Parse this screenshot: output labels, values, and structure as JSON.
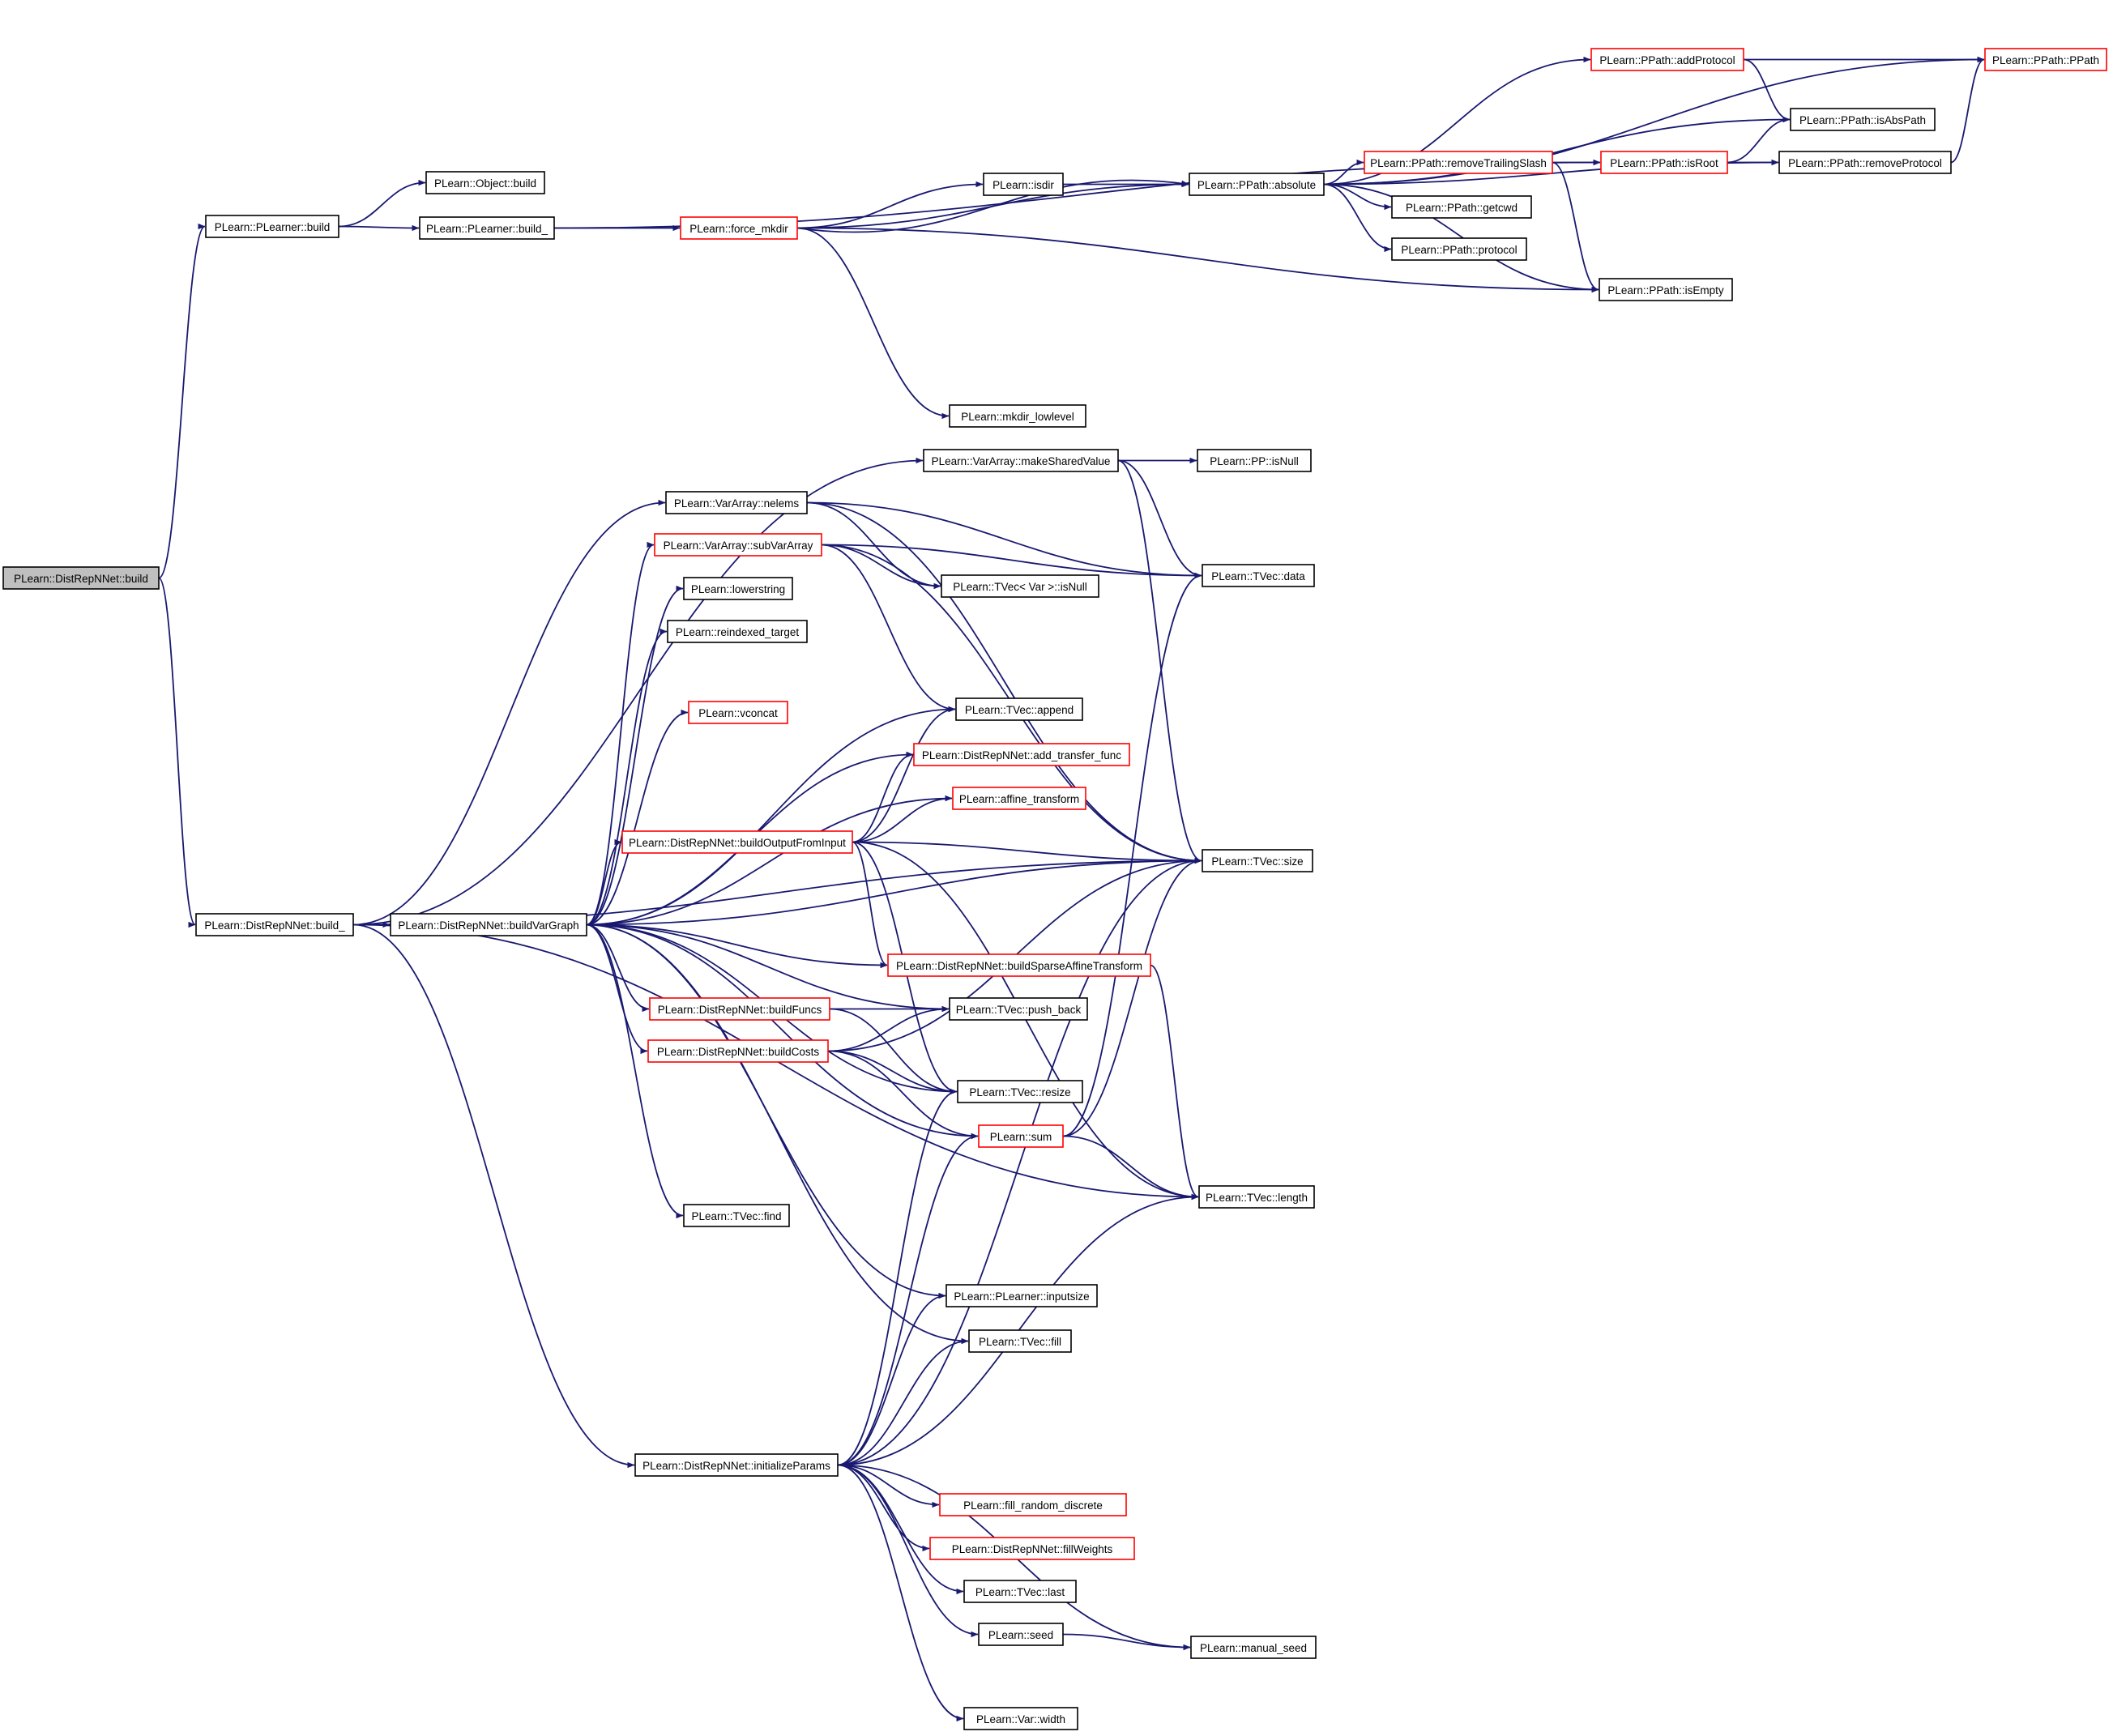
{
  "graph": {
    "colors": {
      "edge": "#191970",
      "node_border": "#000000",
      "truncated_node_border": "#ff0000",
      "root_fill": "#bfbfbf",
      "node_fill": "#ffffff"
    },
    "nodes": [
      {
        "id": "distrep_build",
        "label": "PLearn::DistRepNNet::build",
        "style": "root"
      },
      {
        "id": "plearner_build",
        "label": "PLearn::PLearner::build",
        "style": "black"
      },
      {
        "id": "object_build",
        "label": "PLearn::Object::build",
        "style": "black"
      },
      {
        "id": "plearner_build_",
        "label": "PLearn::PLearner::build_",
        "style": "black"
      },
      {
        "id": "force_mkdir",
        "label": "PLearn::force_mkdir",
        "style": "red"
      },
      {
        "id": "isdir",
        "label": "PLearn::isdir",
        "style": "black"
      },
      {
        "id": "ppath_absolute",
        "label": "PLearn::PPath::absolute",
        "style": "black"
      },
      {
        "id": "ppath_addprotocol",
        "label": "PLearn::PPath::addProtocol",
        "style": "red"
      },
      {
        "id": "ppath_ppath",
        "label": "PLearn::PPath::PPath",
        "style": "red"
      },
      {
        "id": "ppath_isabspath",
        "label": "PLearn::PPath::isAbsPath",
        "style": "black"
      },
      {
        "id": "ppath_removetrailingslash",
        "label": "PLearn::PPath::removeTrailingSlash",
        "style": "red"
      },
      {
        "id": "ppath_isroot",
        "label": "PLearn::PPath::isRoot",
        "style": "red"
      },
      {
        "id": "ppath_removeprotocol",
        "label": "PLearn::PPath::removeProtocol",
        "style": "black"
      },
      {
        "id": "ppath_getcwd",
        "label": "PLearn::PPath::getcwd",
        "style": "black"
      },
      {
        "id": "ppath_protocol",
        "label": "PLearn::PPath::protocol",
        "style": "black"
      },
      {
        "id": "ppath_isempty",
        "label": "PLearn::PPath::isEmpty",
        "style": "black"
      },
      {
        "id": "mkdir_lowlevel",
        "label": "PLearn::mkdir_lowlevel",
        "style": "black"
      },
      {
        "id": "vararray_makesharedvalue",
        "label": "PLearn::VarArray::makeSharedValue",
        "style": "black"
      },
      {
        "id": "pp_isnull",
        "label": "PLearn::PP::isNull",
        "style": "black"
      },
      {
        "id": "vararray_nelems",
        "label": "PLearn::VarArray::nelems",
        "style": "black"
      },
      {
        "id": "tvec_data",
        "label": "PLearn::TVec::data",
        "style": "black"
      },
      {
        "id": "vararray_subvararray",
        "label": "PLearn::VarArray::subVarArray",
        "style": "red"
      },
      {
        "id": "tvec_var_isnull",
        "label": "PLearn::TVec< Var >::isNull",
        "style": "black"
      },
      {
        "id": "lowerstring",
        "label": "PLearn::lowerstring",
        "style": "black"
      },
      {
        "id": "reindexed_target",
        "label": "PLearn::reindexed_target",
        "style": "black"
      },
      {
        "id": "tvec_append",
        "label": "PLearn::TVec::append",
        "style": "black"
      },
      {
        "id": "vconcat",
        "label": "PLearn::vconcat",
        "style": "red"
      },
      {
        "id": "add_transfer_func",
        "label": "PLearn::DistRepNNet::add_transfer_func",
        "style": "red"
      },
      {
        "id": "affine_transform",
        "label": "PLearn::affine_transform",
        "style": "red"
      },
      {
        "id": "buildoutputfrominput",
        "label": "PLearn::DistRepNNet::buildOutputFromInput",
        "style": "red"
      },
      {
        "id": "tvec_size",
        "label": "PLearn::TVec::size",
        "style": "black"
      },
      {
        "id": "distrep_build_",
        "label": "PLearn::DistRepNNet::build_",
        "style": "black"
      },
      {
        "id": "buildvargraph",
        "label": "PLearn::DistRepNNet::buildVarGraph",
        "style": "black"
      },
      {
        "id": "buildsparseaffinetransform",
        "label": "PLearn::DistRepNNet::buildSparseAffineTransform",
        "style": "red"
      },
      {
        "id": "buildfuncs",
        "label": "PLearn::DistRepNNet::buildFuncs",
        "style": "red"
      },
      {
        "id": "tvec_push_back",
        "label": "PLearn::TVec::push_back",
        "style": "black"
      },
      {
        "id": "buildcosts",
        "label": "PLearn::DistRepNNet::buildCosts",
        "style": "red"
      },
      {
        "id": "tvec_resize",
        "label": "PLearn::TVec::resize",
        "style": "black"
      },
      {
        "id": "sum",
        "label": "PLearn::sum",
        "style": "red"
      },
      {
        "id": "tvec_length",
        "label": "PLearn::TVec::length",
        "style": "black"
      },
      {
        "id": "tvec_find",
        "label": "PLearn::TVec::find",
        "style": "black"
      },
      {
        "id": "plearner_inputsize",
        "label": "PLearn::PLearner::inputsize",
        "style": "black"
      },
      {
        "id": "tvec_fill",
        "label": "PLearn::TVec::fill",
        "style": "black"
      },
      {
        "id": "initializeparams",
        "label": "PLearn::DistRepNNet::initializeParams",
        "style": "black"
      },
      {
        "id": "fill_random_discrete",
        "label": "PLearn::fill_random_discrete",
        "style": "red"
      },
      {
        "id": "fillweights",
        "label": "PLearn::DistRepNNet::fillWeights",
        "style": "red"
      },
      {
        "id": "tvec_last",
        "label": "PLearn::TVec::last",
        "style": "black"
      },
      {
        "id": "seed",
        "label": "PLearn::seed",
        "style": "black"
      },
      {
        "id": "manual_seed",
        "label": "PLearn::manual_seed",
        "style": "black"
      },
      {
        "id": "var_width",
        "label": "PLearn::Var::width",
        "style": "black"
      }
    ],
    "edges": [
      [
        "distrep_build",
        "plearner_build"
      ],
      [
        "distrep_build",
        "distrep_build_"
      ],
      [
        "plearner_build",
        "object_build"
      ],
      [
        "plearner_build",
        "plearner_build_"
      ],
      [
        "plearner_build_",
        "force_mkdir"
      ],
      [
        "plearner_build_",
        "ppath_isroot"
      ],
      [
        "force_mkdir",
        "isdir"
      ],
      [
        "force_mkdir",
        "ppath_absolute"
      ],
      [
        "force_mkdir",
        "ppath_isempty"
      ],
      [
        "force_mkdir",
        "mkdir_lowlevel"
      ],
      [
        "force_mkdir",
        "ppath_absolute"
      ],
      [
        "isdir",
        "ppath_absolute"
      ],
      [
        "ppath_absolute",
        "ppath_addprotocol"
      ],
      [
        "ppath_absolute",
        "ppath_ppath"
      ],
      [
        "ppath_absolute",
        "ppath_isabspath"
      ],
      [
        "ppath_absolute",
        "ppath_removetrailingslash"
      ],
      [
        "ppath_absolute",
        "ppath_getcwd"
      ],
      [
        "ppath_absolute",
        "ppath_protocol"
      ],
      [
        "ppath_absolute",
        "ppath_isempty"
      ],
      [
        "ppath_absolute",
        "ppath_removeprotocol"
      ],
      [
        "ppath_addprotocol",
        "ppath_ppath"
      ],
      [
        "ppath_addprotocol",
        "ppath_isabspath"
      ],
      [
        "ppath_removetrailingslash",
        "ppath_isroot"
      ],
      [
        "ppath_removetrailingslash",
        "ppath_isempty"
      ],
      [
        "ppath_isroot",
        "ppath_isabspath"
      ],
      [
        "ppath_isroot",
        "ppath_removeprotocol"
      ],
      [
        "ppath_removeprotocol",
        "ppath_ppath"
      ],
      [
        "distrep_build_",
        "vararray_makesharedvalue"
      ],
      [
        "distrep_build_",
        "vararray_nelems"
      ],
      [
        "distrep_build_",
        "buildvargraph"
      ],
      [
        "distrep_build_",
        "tvec_length"
      ],
      [
        "distrep_build_",
        "tvec_size"
      ],
      [
        "distrep_build_",
        "initializeparams"
      ],
      [
        "vararray_makesharedvalue",
        "pp_isnull"
      ],
      [
        "vararray_makesharedvalue",
        "tvec_data"
      ],
      [
        "vararray_makesharedvalue",
        "tvec_size"
      ],
      [
        "vararray_nelems",
        "tvec_data"
      ],
      [
        "vararray_nelems",
        "tvec_var_isnull"
      ],
      [
        "vararray_nelems",
        "tvec_size"
      ],
      [
        "vararray_subvararray",
        "tvec_var_isnull"
      ],
      [
        "vararray_subvararray",
        "tvec_data"
      ],
      [
        "vararray_subvararray",
        "tvec_append"
      ],
      [
        "vararray_subvararray",
        "tvec_size"
      ],
      [
        "buildvargraph",
        "vararray_subvararray"
      ],
      [
        "buildvargraph",
        "lowerstring"
      ],
      [
        "buildvargraph",
        "reindexed_target"
      ],
      [
        "buildvargraph",
        "tvec_append"
      ],
      [
        "buildvargraph",
        "vconcat"
      ],
      [
        "buildvargraph",
        "add_transfer_func"
      ],
      [
        "buildvargraph",
        "affine_transform"
      ],
      [
        "buildvargraph",
        "buildoutputfrominput"
      ],
      [
        "buildvargraph",
        "tvec_size"
      ],
      [
        "buildvargraph",
        "buildsparseaffinetransform"
      ],
      [
        "buildvargraph",
        "buildfuncs"
      ],
      [
        "buildvargraph",
        "tvec_push_back"
      ],
      [
        "buildvargraph",
        "buildcosts"
      ],
      [
        "buildvargraph",
        "tvec_resize"
      ],
      [
        "buildvargraph",
        "sum"
      ],
      [
        "buildvargraph",
        "tvec_find"
      ],
      [
        "buildvargraph",
        "plearner_inputsize"
      ],
      [
        "buildvargraph",
        "tvec_fill"
      ],
      [
        "buildoutputfrominput",
        "tvec_append"
      ],
      [
        "buildoutputfrominput",
        "add_transfer_func"
      ],
      [
        "buildoutputfrominput",
        "affine_transform"
      ],
      [
        "buildoutputfrominput",
        "tvec_size"
      ],
      [
        "buildoutputfrominput",
        "buildsparseaffinetransform"
      ],
      [
        "buildoutputfrominput",
        "tvec_resize"
      ],
      [
        "buildoutputfrominput",
        "tvec_length"
      ],
      [
        "buildsparseaffinetransform",
        "tvec_length"
      ],
      [
        "buildfuncs",
        "tvec_push_back"
      ],
      [
        "buildfuncs",
        "tvec_resize"
      ],
      [
        "buildcosts",
        "tvec_push_back"
      ],
      [
        "buildcosts",
        "tvec_size"
      ],
      [
        "buildcosts",
        "tvec_resize"
      ],
      [
        "buildcosts",
        "sum"
      ],
      [
        "sum",
        "tvec_data"
      ],
      [
        "sum",
        "tvec_size"
      ],
      [
        "sum",
        "tvec_length"
      ],
      [
        "initializeparams",
        "tvec_resize"
      ],
      [
        "initializeparams",
        "sum"
      ],
      [
        "initializeparams",
        "plearner_inputsize"
      ],
      [
        "initializeparams",
        "tvec_fill"
      ],
      [
        "initializeparams",
        "tvec_size"
      ],
      [
        "initializeparams",
        "tvec_length"
      ],
      [
        "initializeparams",
        "fill_random_discrete"
      ],
      [
        "initializeparams",
        "fillweights"
      ],
      [
        "initializeparams",
        "tvec_last"
      ],
      [
        "initializeparams",
        "seed"
      ],
      [
        "initializeparams",
        "manual_seed"
      ],
      [
        "initializeparams",
        "var_width"
      ],
      [
        "seed",
        "manual_seed"
      ]
    ]
  }
}
